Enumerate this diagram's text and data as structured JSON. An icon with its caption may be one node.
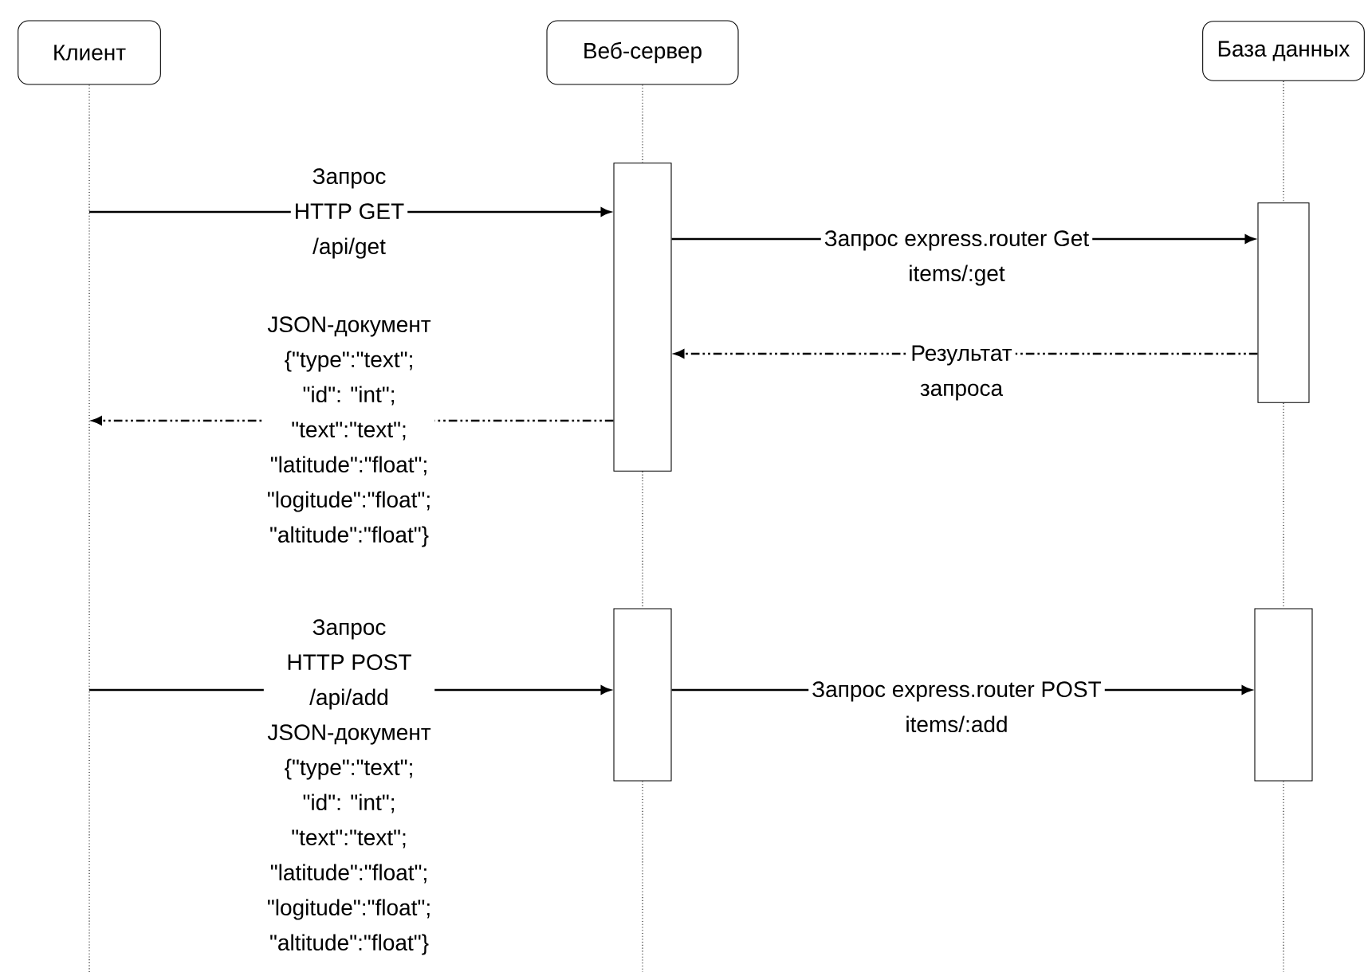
{
  "diagram": {
    "nodes": [
      {
        "text": [
          "Клиент"
        ]
      },
      {
        "text": [
          "Веб-сервер"
        ]
      },
      {
        "text": [
          "База данных"
        ]
      },
      {
        "text": [],
        "shape": "box"
      },
      {
        "text": [],
        "shape": "box"
      },
      {
        "text": [],
        "shape": "box"
      },
      {
        "text": [],
        "shape": "box"
      }
    ],
    "edges": [
      {
        "from": null,
        "to": 3,
        "arrow": "to",
        "label": "Запрос HTTP GET /api/get"
      },
      {
        "from": 3,
        "to": 4,
        "arrow": "to",
        "label": "Запрос express.router Get items/:get"
      },
      {
        "from": 4,
        "to": 3,
        "arrow": "to",
        "style": "dashed",
        "label": "Результат запроса"
      },
      {
        "from": 3,
        "to": null,
        "arrow": "to",
        "style": "dashed",
        "label": "JSON-документ {\"type\":\"text\"; \"id\": \"int\"; \"text\":\"text\"; \"latitude\":\"float\"; \"logitude\":\"float\"; \"altitude\":\"float\"}"
      },
      {
        "from": null,
        "to": 5,
        "arrow": "to",
        "label": "Запрос HTTP POST /api/add JSON-документ {\"type\":\"text\"; \"id\": \"int\"; \"text\":\"text\"; \"latitude\":\"float\"; \"logitude\":\"float\"; \"altitude\":\"float\"}"
      },
      {
        "from": 5,
        "to": 6,
        "arrow": "to",
        "label": "Запрос express.router POST items/:add"
      },
      {
        "from": 0,
        "to": null,
        "arrow": "none",
        "style": "dashed"
      },
      {
        "from": 1,
        "to": 3,
        "arrow": "none",
        "style": "dashed"
      },
      {
        "from": 3,
        "to": 5,
        "arrow": "none",
        "style": "dashed"
      },
      {
        "from": 5,
        "to": null,
        "arrow": "none",
        "style": "dashed"
      },
      {
        "from": 2,
        "to": 4,
        "arrow": "none",
        "style": "dashed"
      },
      {
        "from": 4,
        "to": 6,
        "arrow": "none",
        "style": "dashed"
      },
      {
        "from": 6,
        "to": null,
        "arrow": "none",
        "style": "dashed"
      }
    ]
  }
}
